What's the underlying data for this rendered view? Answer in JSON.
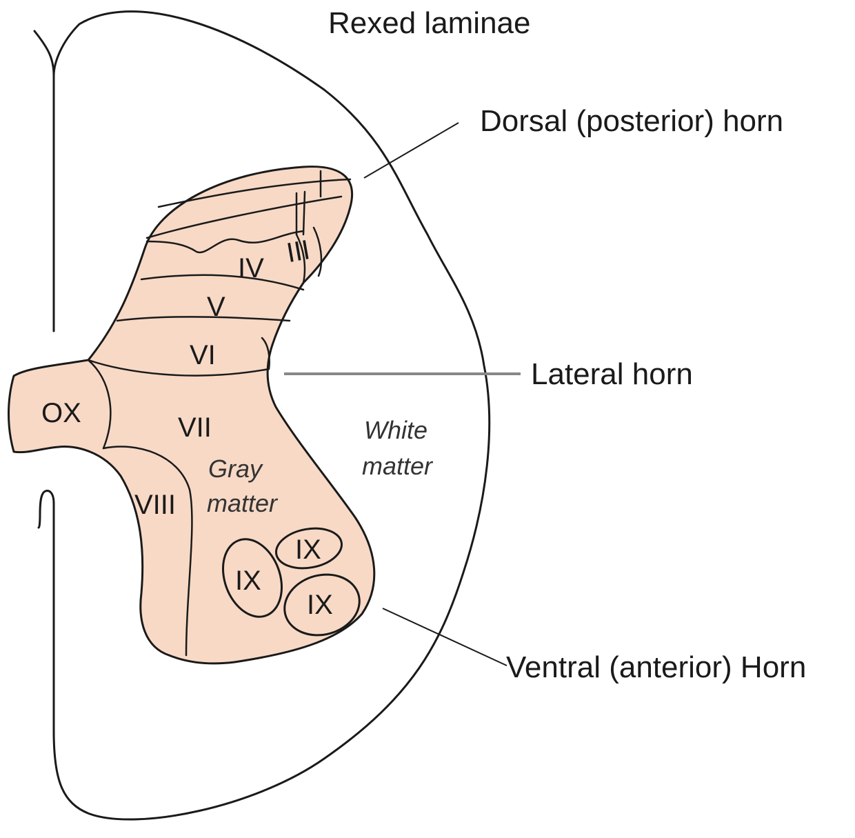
{
  "title": "Rexed laminae",
  "callouts": {
    "dorsal_horn": "Dorsal (posterior) horn",
    "lateral_horn": "Lateral horn",
    "ventral_horn": "Ventral (anterior) Horn"
  },
  "region_labels": {
    "gray_matter_line1": "Gray",
    "gray_matter_line2": "matter",
    "white_matter_line1": "White",
    "white_matter_line2": "matter"
  },
  "laminae": {
    "ox": "OX",
    "iii": "III",
    "iv": "IV",
    "v": "V",
    "vi": "VI",
    "vii": "VII",
    "viii": "VIII",
    "ix": "IX"
  },
  "colors": {
    "gray_matter_fill": "#f7d9c6",
    "outline": "#1a1a1a",
    "lateral_leader": "#888888"
  }
}
